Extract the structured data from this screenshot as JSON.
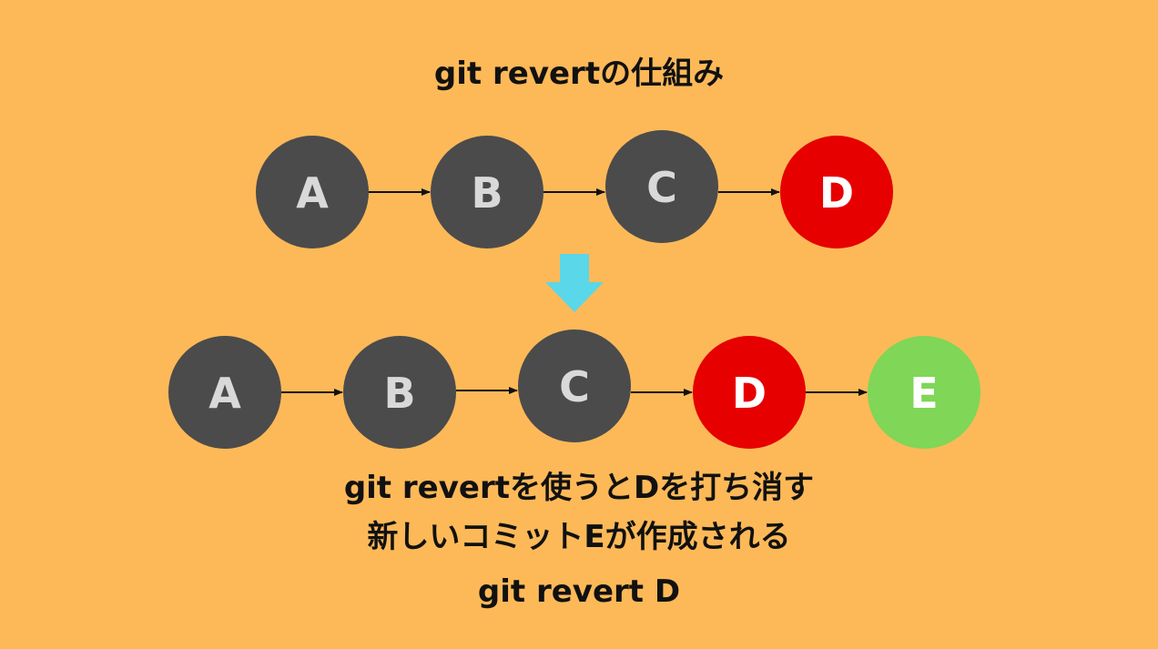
{
  "title": "git revertの仕組み",
  "colors": {
    "background": "#fdb958",
    "commit_default": "#4b4b4b",
    "commit_reverted": "#e60000",
    "commit_new": "#7fd657",
    "label_default": "#d9d9d9",
    "label_highlight": "#ffffff",
    "arrow_down": "#5ad7e8",
    "edge": "#111111"
  },
  "before": {
    "commits": [
      {
        "label": "A",
        "state": "default"
      },
      {
        "label": "B",
        "state": "default"
      },
      {
        "label": "C",
        "state": "default"
      },
      {
        "label": "D",
        "state": "reverted"
      }
    ]
  },
  "after": {
    "commits": [
      {
        "label": "A",
        "state": "default"
      },
      {
        "label": "B",
        "state": "default"
      },
      {
        "label": "C",
        "state": "default"
      },
      {
        "label": "D",
        "state": "reverted"
      },
      {
        "label": "E",
        "state": "new"
      }
    ]
  },
  "caption": {
    "line1": "git revertを使うとDを打ち消す",
    "line2": "新しいコミットEが作成される",
    "line3": "git revert D"
  }
}
